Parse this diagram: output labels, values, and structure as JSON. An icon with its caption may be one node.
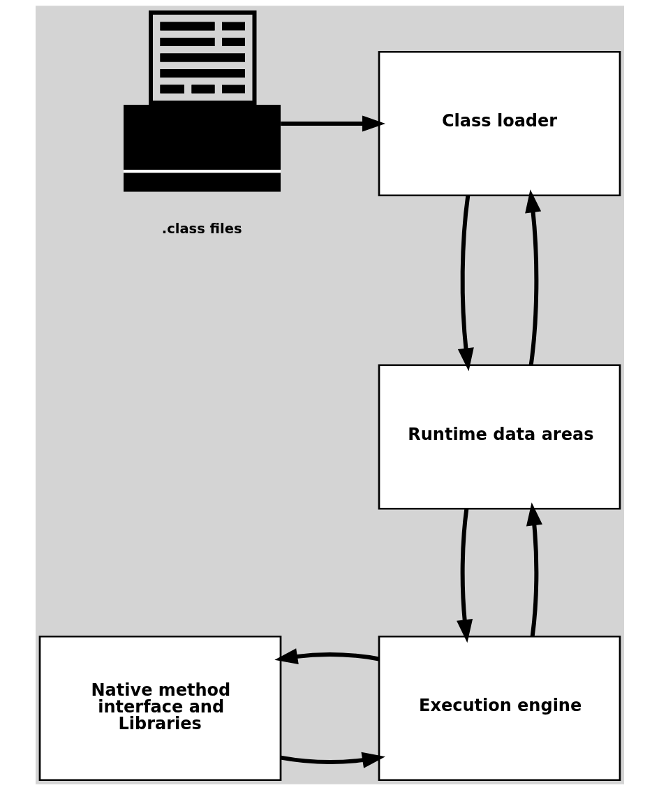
{
  "diagram": {
    "nodes": [
      {
        "text": [],
        "shape": "picture",
        "beside": [
          ".class files"
        ]
      },
      {
        "text": [
          "Class loader"
        ]
      },
      {
        "text": [
          "Runtime data areas"
        ]
      },
      {
        "text": [
          "Execution engine"
        ]
      },
      {
        "text": [
          "Native method interface and Libraries"
        ]
      }
    ],
    "edges": [
      {
        "from": 0,
        "to": 1,
        "arrow": "to"
      },
      {
        "from": 2,
        "to": 1,
        "arrow": "to"
      },
      {
        "from": 1,
        "to": 2,
        "arrow": "to"
      },
      {
        "from": 3,
        "to": 2,
        "arrow": "to"
      },
      {
        "from": 2,
        "to": 3,
        "arrow": "to"
      },
      {
        "from": 4,
        "to": 3,
        "arrow": "to"
      },
      {
        "from": 3,
        "to": 4,
        "arrow": "to"
      }
    ]
  }
}
